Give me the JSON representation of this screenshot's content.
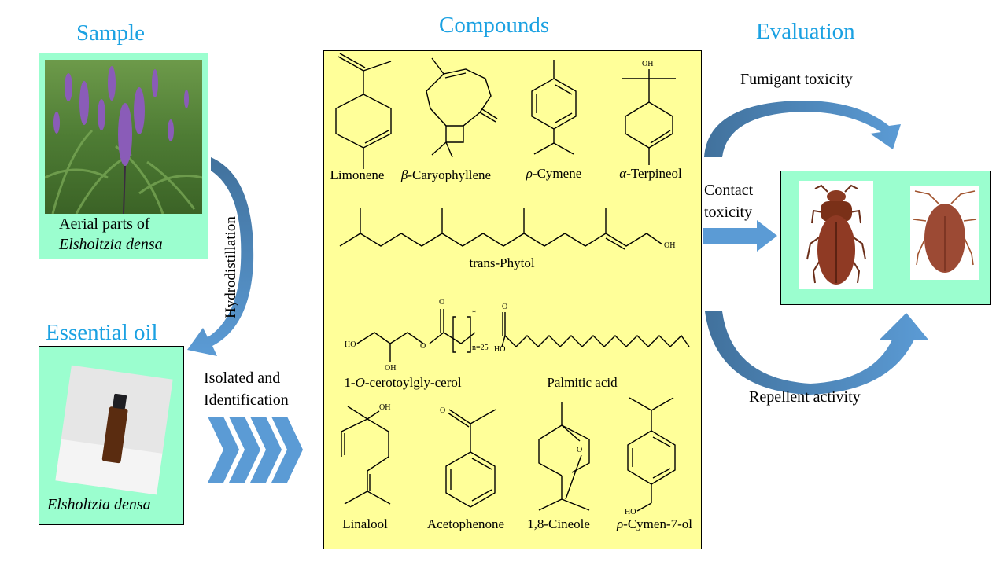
{
  "headings": {
    "sample": "Sample",
    "compounds": "Compounds",
    "evaluation": "Evaluation",
    "essential_oil": "Essential oil"
  },
  "sample_box": {
    "caption_line1": "Aerial parts of",
    "caption_line2": "Elsholtzia densa",
    "image": "plant-photo"
  },
  "oil_box": {
    "caption": "Elsholtzia densa",
    "image": "oil-bottle-photo"
  },
  "process": {
    "hydrodistillation": "Hydrodistillation",
    "isolation_line1": "Isolated and",
    "isolation_line2": "Identification"
  },
  "compounds": [
    {
      "name_prefix": "",
      "name": "Limonene"
    },
    {
      "name_prefix": "β",
      "name": "-Caryophyllene"
    },
    {
      "name_prefix": "ρ",
      "name": "-Cymene"
    },
    {
      "name_prefix": "α",
      "name": "-Terpineol"
    },
    {
      "name_prefix": "",
      "name": "trans-Phytol"
    },
    {
      "name_prefix": "1-",
      "name_italic": "O",
      "name": "-cerotoylgly-cerol"
    },
    {
      "name_prefix": "",
      "name": "Palmitic  acid"
    },
    {
      "name_prefix": "",
      "name": "Linalool"
    },
    {
      "name_prefix": "",
      "name": "Acetophenone"
    },
    {
      "name_prefix": "",
      "name": "1,8-Cineole"
    },
    {
      "name_prefix": "ρ",
      "name": "-Cymen-7-ol"
    }
  ],
  "structure_labels": {
    "oh": "OH",
    "ho": "HO",
    "o": "O",
    "n25": "n=25",
    "star": "*"
  },
  "evaluation": {
    "fumigant": "Fumigant  toxicity",
    "contact_line1": "Contact",
    "contact_line2": "toxicity",
    "repellent": "Repellent activity",
    "insects": [
      "beetle-1-photo",
      "beetle-2-photo"
    ]
  },
  "colors": {
    "heading": "#1ba1e2",
    "mint_panel": "#9bfecf",
    "yellow_panel": "#ffff99",
    "arrow_blue": "#5b9bd5",
    "arrow_dark": "#41719c"
  }
}
